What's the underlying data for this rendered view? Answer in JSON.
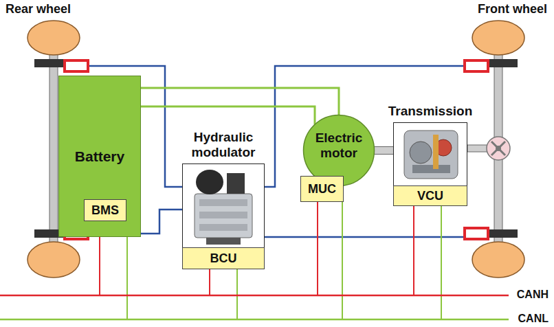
{
  "diagram": {
    "nodes": [
      {
        "text": [
          "Battery"
        ]
      },
      {
        "text": [
          "BMS"
        ],
        "in": 0
      },
      {
        "text": [
          "Hydraulic modulator"
        ]
      },
      {
        "text": [
          "BCU"
        ],
        "in": 2
      },
      {
        "text": [
          "Electric motor"
        ]
      },
      {
        "text": [
          "MUC"
        ]
      },
      {
        "text": [
          "Transmission"
        ]
      },
      {
        "text": [
          "VCU"
        ],
        "in": 6
      }
    ],
    "edges": [
      {
        "from": 0,
        "to": 4,
        "arrow": "none"
      },
      {
        "from": 0,
        "to": 4,
        "arrow": "none"
      },
      {
        "from": 4,
        "to": 6,
        "arrow": "none"
      }
    ],
    "labels": [
      "Rear wheel",
      "Front wheel",
      "CANH",
      "CANL"
    ]
  }
}
